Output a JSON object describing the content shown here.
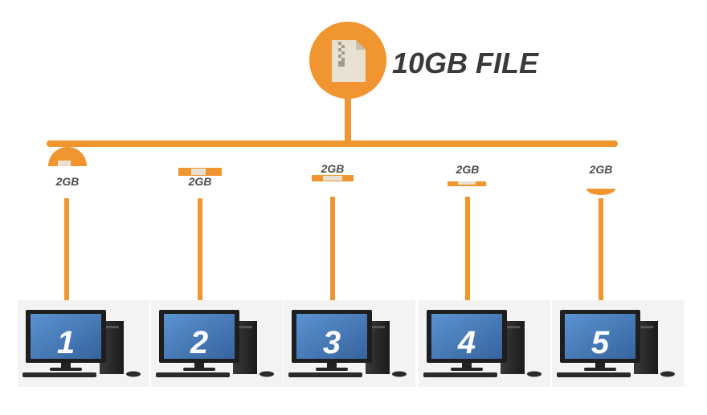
{
  "file": {
    "title": "10GB FILE",
    "icon": "zip-file-icon"
  },
  "chunks": [
    {
      "label": "2GB",
      "computer": "1"
    },
    {
      "label": "2GB",
      "computer": "2"
    },
    {
      "label": "2GB",
      "computer": "3"
    },
    {
      "label": "2GB",
      "computer": "4"
    },
    {
      "label": "2GB",
      "computer": "5"
    }
  ],
  "colors": {
    "accent": "#f0952f",
    "file_icon": "#e8e0d0",
    "monitor_screen": "#4a80c0",
    "tower": "#2b2b2b",
    "label_text": "#4d4d4d"
  }
}
